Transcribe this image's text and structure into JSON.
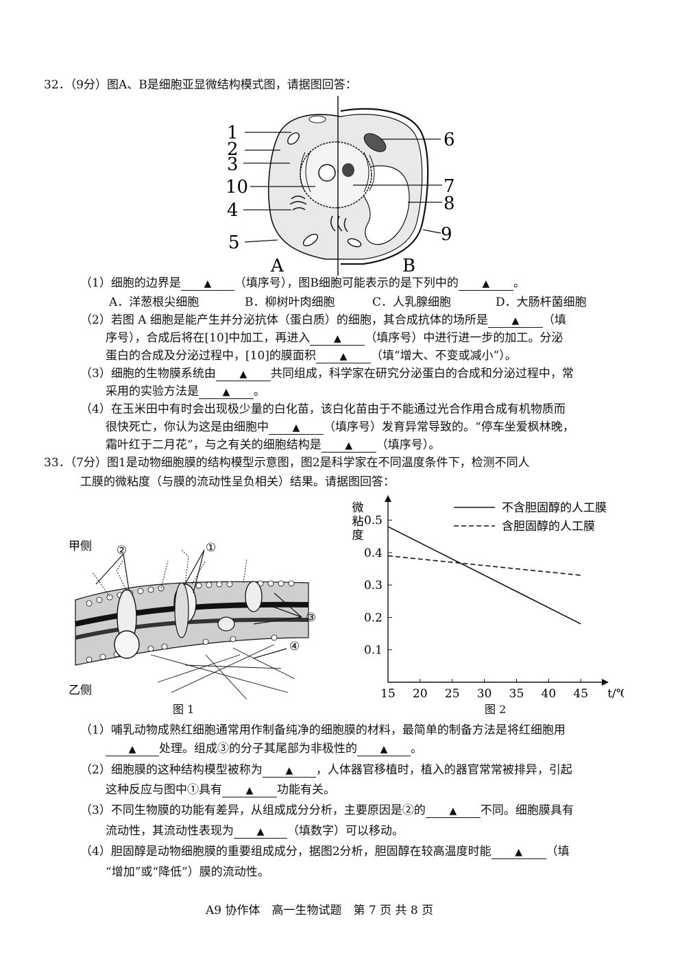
{
  "q32": {
    "header": "32．（9分）图A、B是细胞亚显微结构模式图，请据图回答：",
    "fig": {
      "labels_left": [
        "1",
        "2",
        "3",
        "10",
        "4",
        "5"
      ],
      "labels_right": [
        "6",
        "7",
        "8",
        "9"
      ],
      "label_A": "A",
      "label_B": "B"
    },
    "p1": {
      "a": "（1）细胞的边界是",
      "b": "（填序号），图B细胞可能表示的是下列中的",
      "c": "。"
    },
    "options": [
      "A．洋葱根尖细胞",
      "B．柳树叶肉细胞",
      "C．人乳腺细胞",
      "D．大肠杆菌细胞"
    ],
    "p2": {
      "l1a": "（2）若图 A 细胞是能产生并分泌抗体（蛋白质）的细胞，其合成抗体的场所是",
      "l1b": "（填",
      "l2a": "序号），合成后将在[10]中加工，再进入",
      "l2b": "（填序号）中进行进一步的加工。分泌",
      "l3a": "蛋白的合成及分泌过程中，[10]的膜面积",
      "l3b": "（填“增大、不变或减小”）。"
    },
    "p3": {
      "l1a": "（3）细胞的生物膜系统由",
      "l1b": "共同组成，科学家在研究分泌蛋白的合成和分泌过程中，常",
      "l2a": "采用的实验方法是",
      "l2b": "。"
    },
    "p4": {
      "l1": "（4）在玉米田中有时会出现极少量的白化苗，该白化苗由于不能通过光合作用合成有机物质而",
      "l2a": "很快死亡，你认为这是由细胞中",
      "l2b": "（填序号）发育异常导致的。“停车坐爱枫林晚，",
      "l3a": "霜叶红于二月花”，与之有关的细胞结构是",
      "l3b": "（填序号）。"
    }
  },
  "q33": {
    "header1": "33．（7分）图1是动物细胞膜的结构模型示意图，图2是科学家在不同温度条件下，检测不同人",
    "header2": "工膜的微粘度（与膜的流动性呈负相关）结果。请据图回答：",
    "fig1": {
      "side_top": "甲侧",
      "side_bottom": "乙侧",
      "labels": [
        "②",
        "①",
        "③",
        "④"
      ],
      "caption": "图 1"
    },
    "fig2_caption": "图 2",
    "p1": {
      "l1": "（1）哺乳动物成熟红细胞通常用作制备纯净的细胞膜的材料，最简单的制备方法是将红细胞用",
      "l2b": "处理。组成③的分子其尾部为非极性的",
      "l2c": "。"
    },
    "p2": {
      "l1a": "（2）细胞膜的这种结构模型被称为",
      "l1b": "，人体器官移植时，植入的器官常常被排异，引起",
      "l2a": "这种反应与图中①具有",
      "l2b": "功能有关。"
    },
    "p3": {
      "l1a": "（3）不同生物膜的功能有差异，从组成成分分析，主要原因是②的",
      "l1b": "不同。细胞膜具有",
      "l2a": "流动性，其流动性表现为",
      "l2b": "（填数字）可以移动。"
    },
    "p4": {
      "l1a": "（4）胆固醇是动物细胞膜的重要组成成分，据图2分析，胆固醇在较高温度时能",
      "l1b": "（填",
      "l2": "“增加”或“降低”）膜的流动性。"
    }
  },
  "blank_mark": "▲",
  "footer": "A9 协作体　高一生物试题　第 7 页 共 8 页",
  "chart_data": {
    "type": "line",
    "ylabel": "微粘度",
    "xlabel": "t/℃",
    "x": [
      15,
      45
    ],
    "xticks": [
      "15",
      "20",
      "25",
      "30",
      "35",
      "40",
      "45"
    ],
    "yticks": [
      "0.1",
      "0.2",
      "0.3",
      "0.4",
      "0.5"
    ],
    "xlim": [
      15,
      47
    ],
    "ylim": [
      0,
      0.55
    ],
    "series": [
      {
        "name": "不含胆固醇的人工膜",
        "style": "solid",
        "values": [
          0.48,
          0.18
        ]
      },
      {
        "name": "含胆固醇的人工膜",
        "style": "dashed",
        "values": [
          0.39,
          0.33
        ]
      }
    ],
    "legend": "top-right",
    "grid": false
  }
}
